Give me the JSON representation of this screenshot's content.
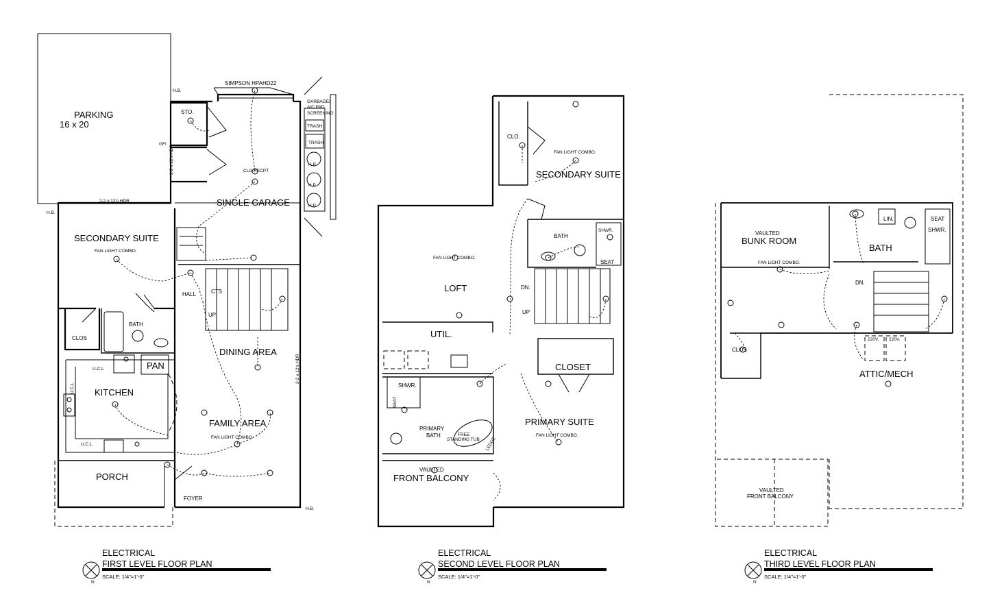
{
  "plans": [
    {
      "id": "first",
      "title_line1": "ELECTRICAL",
      "title_line2": "FIRST LEVEL FLOOR PLAN",
      "scale": "SCALE: 1/4\"=1'-0\"",
      "north": "N",
      "rooms": {
        "parking": "PARKING",
        "parking_size": "16 x 20",
        "sto": "STO.",
        "single_garage": "SINGLE GARAGE",
        "garbage1": "GARBAGE/",
        "garbage2": "A/C PAD",
        "garbage3": "SCREENING",
        "trash1": "TRASH",
        "trash2": "TRASH",
        "hp1": "H.P.",
        "hp2": "H.P.",
        "hp3": "H.P.",
        "secondary_suite": "SECONDARY SUITE",
        "fan_combo1": "FAN LIGHT COMBO.",
        "hall": "HALL",
        "cts": "CTS",
        "up": "UP",
        "clos": "CLOS",
        "bath": "BATH",
        "pan": "PAN",
        "ucl1": "U.C.L",
        "ucl2": "U.C.L",
        "ucl3": "U.C.L",
        "kitchen": "KITCHEN",
        "dining_area": "DINING AREA",
        "family_area": "FAMILY AREA",
        "fan_combo2": "FAN LIGHT COMBO.",
        "porch": "PORCH",
        "foyer": "FOYER"
      },
      "notes": {
        "simpson": "SIMPSON HPAHD22",
        "clg_recpt": "CLG RECPT",
        "hdr1": "2-2 x 12's HDR",
        "hdr2": "2-2 x 12's HDR",
        "hdr3": "2-2 x 12's HDR",
        "hb1": "H.B.",
        "hb2": "H.B.",
        "hb3": "H.B.",
        "gfi": "GFI"
      }
    },
    {
      "id": "second",
      "title_line1": "ELECTRICAL",
      "title_line2": "SECOND LEVEL FLOOR PLAN",
      "scale": "SCALE: 1/4\"=1'-0\"",
      "north": "N",
      "rooms": {
        "clo": "CLO.",
        "fan_combo1": "FAN LIGHT COMBO.",
        "secondary_suite": "SECONDARY SUITE",
        "fan_combo2": "FAN LIGHT COMBO.",
        "loft": "LOFT",
        "bath": "BATH",
        "shwr": "SHWR.",
        "seat": "SEAT",
        "dn": "DN.",
        "up": "UP",
        "util": "UTIL.",
        "closet": "CLOSET",
        "shwr2": "SHWR.",
        "seat2": "SEAT",
        "primary_bath1": "PRIMARY",
        "primary_bath2": "BATH",
        "free_tub1": "FREE",
        "free_tub2": "STANDING TUB",
        "ledge": "LEDGE",
        "primary_suite": "PRIMARY SUITE",
        "fan_combo3": "FAN LIGHT COMBO.",
        "vaulted": "VAULTED",
        "front_balcony": "FRONT BALCONY"
      }
    },
    {
      "id": "third",
      "title_line1": "ELECTRICAL",
      "title_line2": "THIRD LEVEL FLOOR PLAN",
      "scale": "SCALE: 1/4\"=1'-0\"",
      "north": "N",
      "rooms": {
        "vaulted": "VAULTED",
        "bunk_room": "BUNK ROOM",
        "fan_combo": "FAN LIGHT COMBO.",
        "lin": "LIN.",
        "bath": "BATH",
        "seat": "SEAT",
        "shwr": "SHWR.",
        "dn": "DN.",
        "clos": "CLOS",
        "attic": "ATTIC/MECH",
        "v220a": "220V.",
        "v220b": "220V.",
        "vaulted2": "VAULTED",
        "front_balcony": "FRONT BALCONY"
      }
    }
  ]
}
